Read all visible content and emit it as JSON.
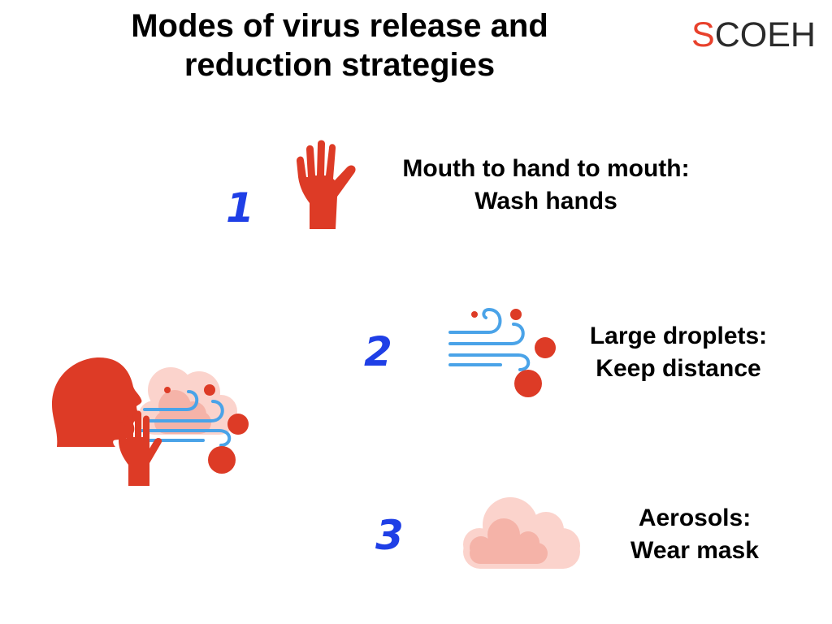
{
  "title": {
    "line1": "Modes of virus release and",
    "line2": "reduction strategies"
  },
  "logo": {
    "first_letter": "S",
    "rest": "COEH",
    "first_color": "#e8412c",
    "rest_color": "#2b2b2b"
  },
  "modes": [
    {
      "number": "1",
      "line1": "Mouth to hand to mouth:",
      "line2": "Wash hands",
      "icon": "hand-icon"
    },
    {
      "number": "2",
      "line1": "Large droplets:",
      "line2": "Keep distance",
      "icon": "droplets-wind-icon"
    },
    {
      "number": "3",
      "line1": "Aerosols:",
      "line2": "Wear mask",
      "icon": "aerosol-cloud-icon"
    }
  ],
  "colors": {
    "icon_red": "#dd3b26",
    "number_blue": "#1f3fe6",
    "wind_blue": "#4aa3e8",
    "cloud_light": "#fbd3cc",
    "cloud_dark": "#f5b3a8"
  }
}
